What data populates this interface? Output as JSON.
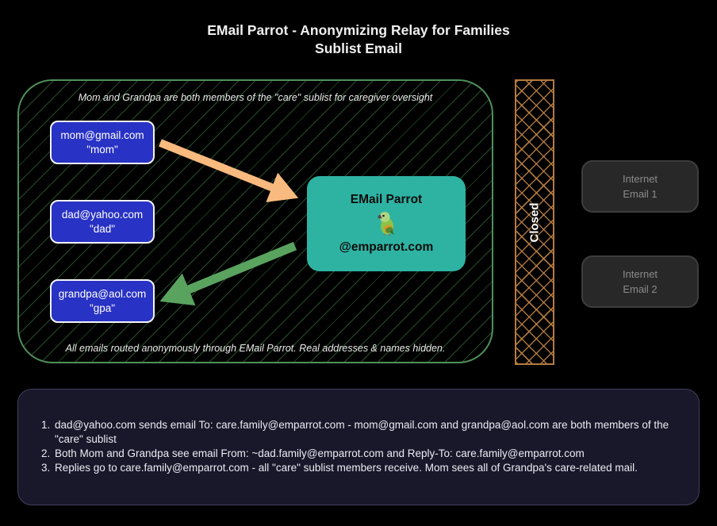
{
  "title": {
    "line1": "EMail Parrot - Anonymizing Relay for Families",
    "line2": "Sublist Email"
  },
  "sublist_group": {
    "top_caption": "Mom and Grandpa are both members of the \"care\" sublist for caregiver oversight",
    "bottom_caption": "All emails routed anonymously through EMail Parrot. Real addresses & names hidden.",
    "members": [
      {
        "email": "mom@gmail.com",
        "alias": "\"mom\""
      },
      {
        "email": "dad@yahoo.com",
        "alias": "\"dad\""
      },
      {
        "email": "grandpa@aol.com",
        "alias": "\"gpa\""
      }
    ],
    "relay": {
      "name": "EMail Parrot",
      "icon": "parrot-emoji",
      "domain": "@emparrot.com"
    }
  },
  "arrows": [
    {
      "name": "mom-to-relay",
      "color": "#f8ba7e"
    },
    {
      "name": "relay-to-grandpa",
      "color": "#5aa35f"
    }
  ],
  "barrier": {
    "label": "Closed"
  },
  "internet_endpoints": [
    {
      "line1": "Internet",
      "line2": "Email 1"
    },
    {
      "line1": "Internet",
      "line2": "Email 2"
    }
  ],
  "notes": {
    "items": [
      "dad@yahoo.com sends email To: care.family@emparrot.com - mom@gmail.com and grandpa@aol.com are both members of the \"care\" sublist",
      "Both Mom and Grandpa see email From: ~dad.family@emparrot.com and Reply-To: care.family@emparrot.com",
      "Replies go to care.family@emparrot.com - all \"care\" sublist members receive. Mom sees all of Grandpa's care-related mail."
    ]
  },
  "colors": {
    "member_fill": "#2832c4",
    "relay_fill": "#2eb3a3",
    "sublist_border": "#4f9159",
    "barrier_orange": "#b57a3e",
    "notes_fill": "#18182a"
  }
}
